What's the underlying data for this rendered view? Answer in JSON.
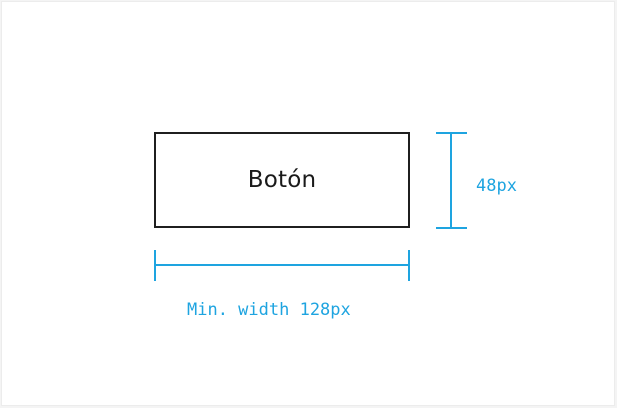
{
  "button": {
    "label": "Botón"
  },
  "dimensions": {
    "height_label": "48px",
    "width_label": "Min. width 128px"
  },
  "colors": {
    "dimension_accent": "#1ea4e0",
    "button_border": "#1f1f1f",
    "background": "#ffffff"
  }
}
